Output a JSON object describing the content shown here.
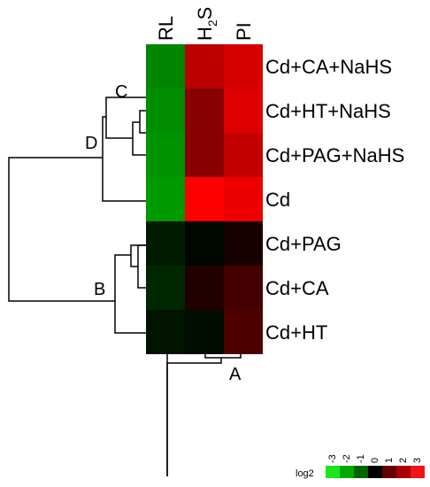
{
  "chart_data": {
    "type": "heatmap",
    "columns": [
      "RL",
      "H2S",
      "PI"
    ],
    "column_labels": [
      {
        "text": "RL"
      },
      {
        "base": "H",
        "sub": "2",
        "rest": "S"
      },
      {
        "text": "PI"
      }
    ],
    "rows": [
      "Cd+CA+NaHS",
      "Cd+HT+NaHS",
      "Cd+PAG+NaHS",
      "Cd",
      "Cd+PAG",
      "Cd+CA",
      "Cd+HT"
    ],
    "values": [
      [
        -2.0,
        2.2,
        2.5
      ],
      [
        -2.1,
        1.6,
        2.6
      ],
      [
        -2.2,
        1.6,
        2.3
      ],
      [
        -2.3,
        3.0,
        2.8
      ],
      [
        -0.4,
        -0.1,
        0.3
      ],
      [
        -0.6,
        0.4,
        0.8
      ],
      [
        -0.3,
        -0.2,
        0.9
      ]
    ],
    "dendrogram_labels": [
      "A",
      "B",
      "C",
      "D"
    ],
    "legend": {
      "title": "log2",
      "ticks": [
        "-3",
        "-2",
        "-1",
        "0",
        "1",
        "2",
        "3"
      ],
      "colors": [
        "#1ee61e",
        "#00aa00",
        "#006400",
        "#000000",
        "#640000",
        "#aa0000",
        "#f01414"
      ]
    },
    "colors": {
      "negative": "#00dd00",
      "zero": "#000000",
      "positive": "#ff0000"
    },
    "range": [
      -3,
      3
    ]
  }
}
